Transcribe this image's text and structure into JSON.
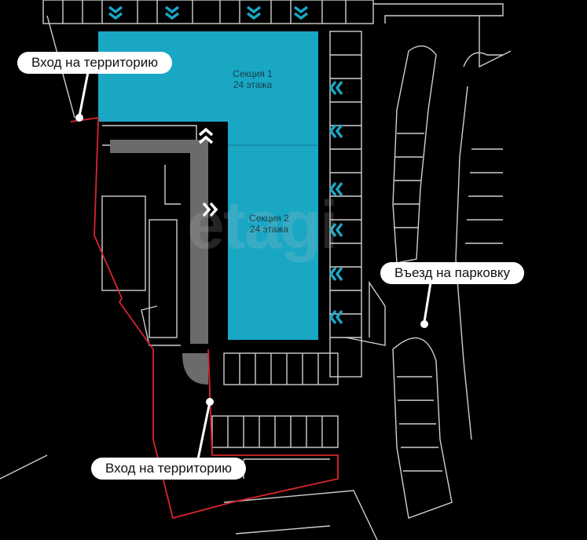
{
  "labels": {
    "entrance_top": "Вход на территорию",
    "entrance_bottom": "Вход на территорию",
    "parking_entrance": "Въезд на парковку"
  },
  "sections": [
    {
      "title": "Секция 1",
      "floors": "24 этажа"
    },
    {
      "title": "Секция 2",
      "floors": "24 этажа"
    }
  ],
  "watermark": "etagi",
  "colors": {
    "background": "#000000",
    "building": "#1aa7c4",
    "lines": "#d9d9d9",
    "boundary": "#d9262c",
    "driveway": "#6a6a6a",
    "pill": "#ffffff"
  },
  "icons": [
    "chevron-down-icon",
    "chevron-left-icon",
    "chevron-up-icon",
    "chevron-right-icon"
  ]
}
